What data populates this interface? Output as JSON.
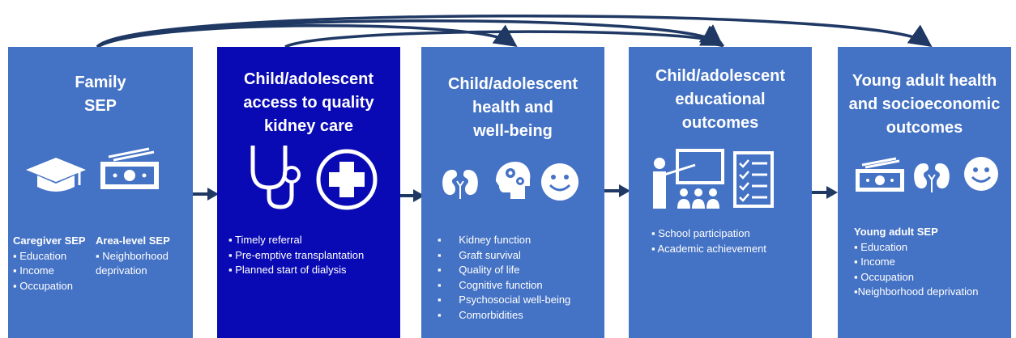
{
  "colors": {
    "box": "#4472C4",
    "box_highlight": "#0A0AB4",
    "arrow": "#1F3864"
  },
  "boxes": [
    {
      "title": "Family\nSEP",
      "icons": [
        "graduation-cap-icon",
        "money-icon"
      ],
      "caregiver": {
        "header": "Caregiver SEP",
        "items": [
          "Education",
          "Income",
          "Occupation"
        ]
      },
      "area": {
        "header": "Area-level SEP",
        "items": [
          "Neighborhood",
          "deprivation"
        ]
      }
    },
    {
      "title": "Child/adolescent\naccess to quality\nkidney care",
      "icons": [
        "stethoscope-icon",
        "medical-cross-icon"
      ],
      "items": [
        "Timely referral",
        "Pre-emptive transplantation",
        "Planned start of dialysis"
      ]
    },
    {
      "title": "Child/adolescent\nhealth and\nwell-being",
      "icons": [
        "kidneys-icon",
        "brain-gears-icon",
        "smiley-icon"
      ],
      "items": [
        "Kidney function",
        "Graft survival",
        "Quality of life",
        "Cognitive function",
        "Psychosocial well-being",
        "Comorbidities"
      ]
    },
    {
      "title": "Child/adolescent\neducational\noutcomes",
      "icons": [
        "teacher-classroom-icon",
        "checklist-icon"
      ],
      "items": [
        "School participation",
        "Academic achievement"
      ]
    },
    {
      "title": "Young adult health\nand socioeconomic\noutcomes",
      "icons": [
        "money-icon",
        "kidneys-icon",
        "smiley-icon"
      ],
      "header": "Young adult SEP",
      "items": [
        "Education",
        "Income",
        "Occupation",
        "Neighborhood deprivation"
      ]
    }
  ]
}
